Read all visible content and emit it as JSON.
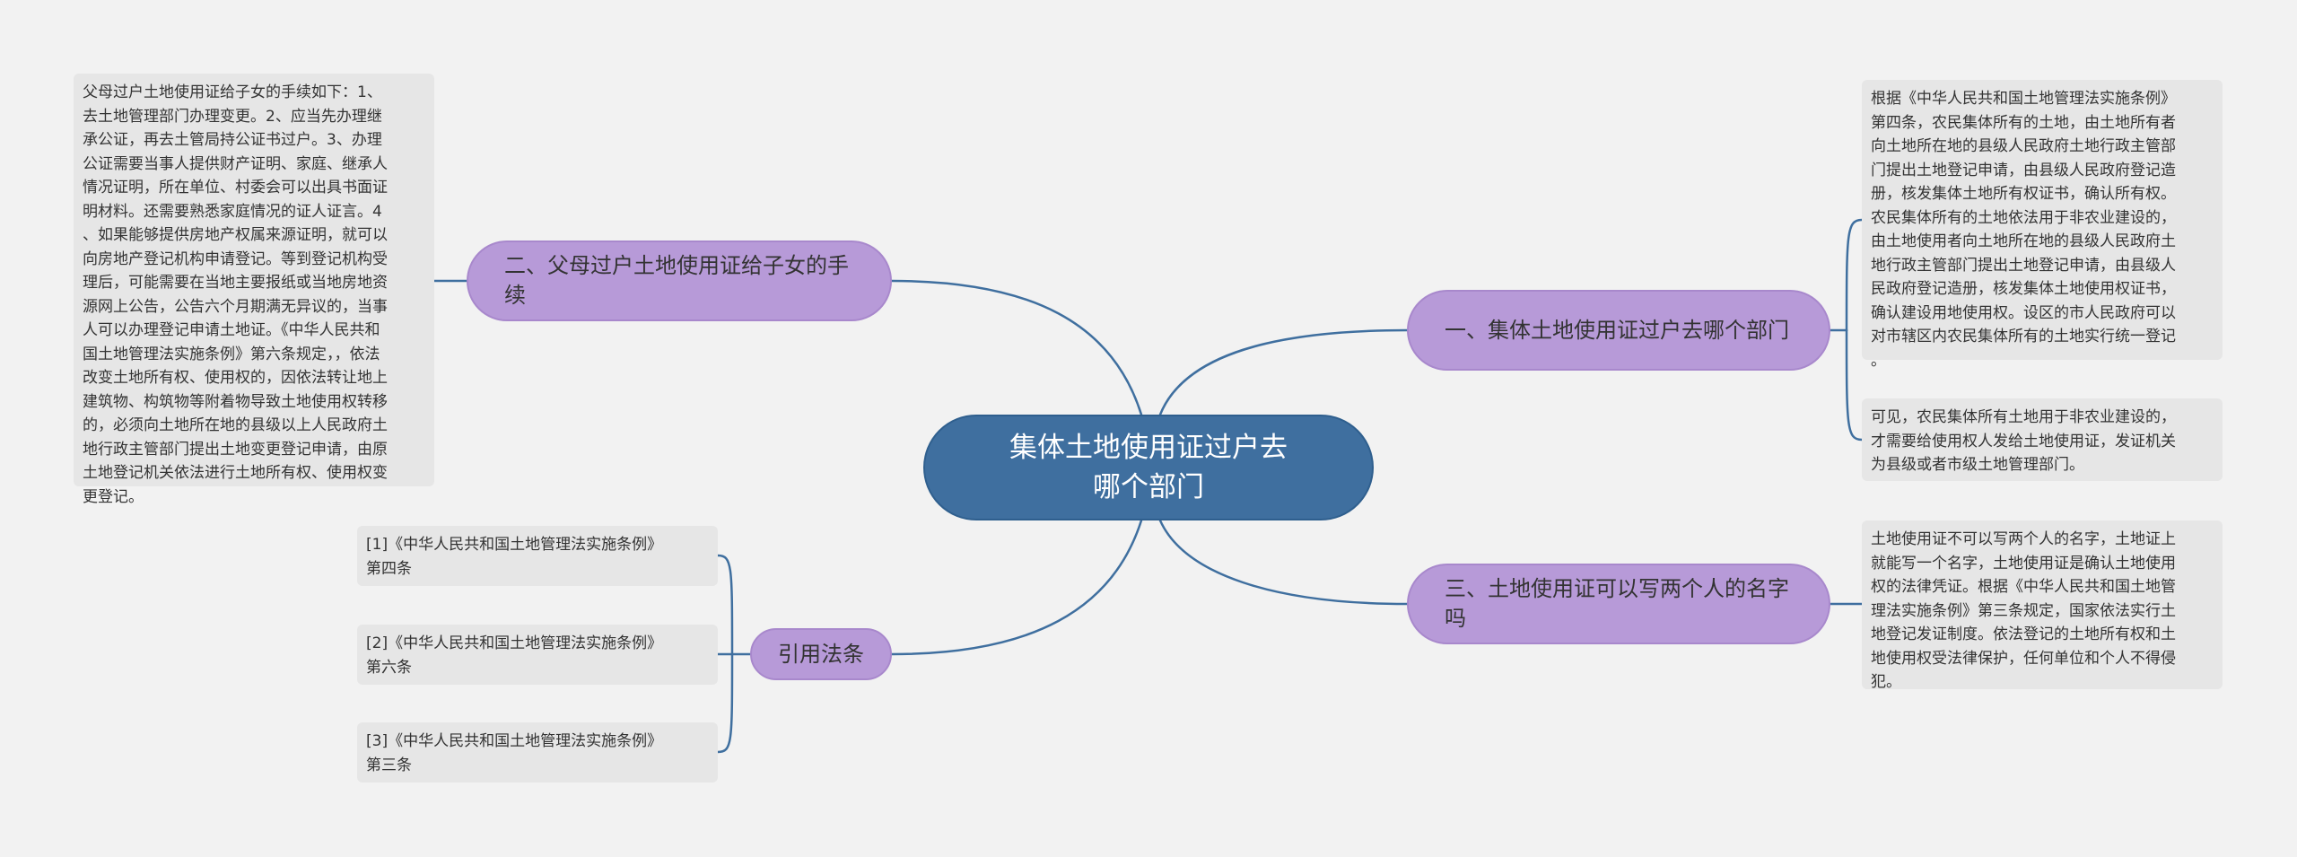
{
  "root": {
    "title": "集体土地使用证过户去哪个部门"
  },
  "branches": {
    "left1": {
      "label": "二、父母过户土地使用证给子女的手续"
    },
    "right1": {
      "label": "一、集体土地使用证过户去哪个部门"
    },
    "right2": {
      "label": "三、土地使用证可以写两个人的名字吗"
    },
    "law": {
      "label": "引用法条"
    }
  },
  "leaves": {
    "parent_procedure": "父母过户土地使用证给子女的手续如下：1、\n去土地管理部门办理变更。2、应当先办理继\n承公证，再去土管局持公证书过户。3、办理\n公证需要当事人提供财产证明、家庭、继承人\n情况证明，所在单位、村委会可以出具书面证\n明材料。还需要熟悉家庭情况的证人证言。4\n、如果能够提供房地产权属来源证明，就可以\n向房地产登记机构申请登记。等到登记机构受\n理后，可能需要在当地主要报纸或当地房地资\n源网上公告，公告六个月期满无异议的，当事\n人可以办理登记申请土地证。《中华人民共和\n国土地管理法实施条例》第六条规定，，依法\n改变土地所有权、使用权的，因依法转让地上\n建筑物、构筑物等附着物导致土地使用权转移\n的，必须向土地所在地的县级以上人民政府土\n地行政主管部门提出土地变更登记申请，由原\n土地登记机关依法进行土地所有权、使用权变\n更登记。",
    "right1_a": "根据《中华人民共和国土地管理法实施条例》\n第四条，农民集体所有的土地，由土地所有者\n向土地所在地的县级人民政府土地行政主管部\n门提出土地登记申请，由县级人民政府登记造\n册，核发集体土地所有权证书，确认所有权。\n农民集体所有的土地依法用于非农业建设的，\n由土地使用者向土地所在地的县级人民政府土\n地行政主管部门提出土地登记申请，由县级人\n民政府登记造册，核发集体土地使用权证书，\n确认建设用地使用权。设区的市人民政府可以\n对市辖区内农民集体所有的土地实行统一登记\n。",
    "right1_b": "可见，农民集体所有土地用于非农业建设的，\n才需要给使用权人发给土地使用证，发证机关\n为县级或者市级土地管理部门。",
    "right2": "土地使用证不可以写两个人的名字，土地证上\n就能写一个名字，土地使用证是确认土地使用\n权的法律凭证。根据《中华人民共和国土地管\n理法实施条例》第三条规定，国家依法实行土\n地登记发证制度。依法登记的土地所有权和土\n地使用权受法律保护，任何单位和个人不得侵\n犯。",
    "law1": "[1]《中华人民共和国土地管理法实施条例》\n第四条",
    "law2": "[2]《中华人民共和国土地管理法实施条例》\n第六条",
    "law3": "[3]《中华人民共和国土地管理法实施条例》\n第三条"
  },
  "colors": {
    "background": "#f2f2f2",
    "root_fill": "#3f6f9f",
    "branch_fill": "#b79ad8",
    "leaf_fill": "#e6e6e6",
    "connector": "#3f6f9f"
  }
}
